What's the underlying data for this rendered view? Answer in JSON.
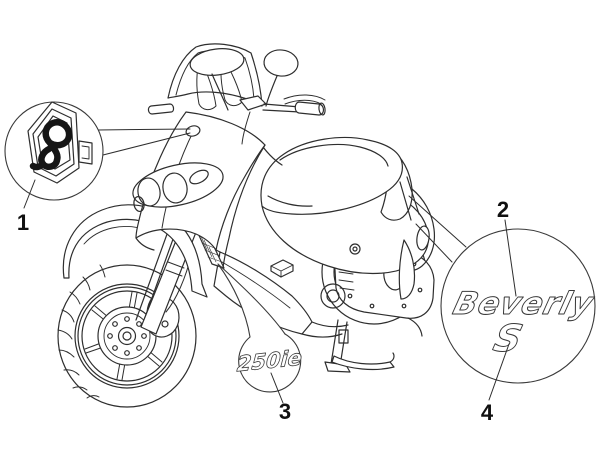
{
  "diagram": {
    "background_color": "#ffffff",
    "line_color": "#2e2e2e",
    "label_color": "#111111",
    "callouts": [
      {
        "number": "1"
      },
      {
        "number": "2"
      },
      {
        "number": "3"
      },
      {
        "number": "4"
      }
    ],
    "decals": {
      "emblem_icon": "piaggio-hexagon-emblem",
      "beverly_text": "Beverly",
      "s_text": "S",
      "engine_text": "250ie"
    }
  }
}
